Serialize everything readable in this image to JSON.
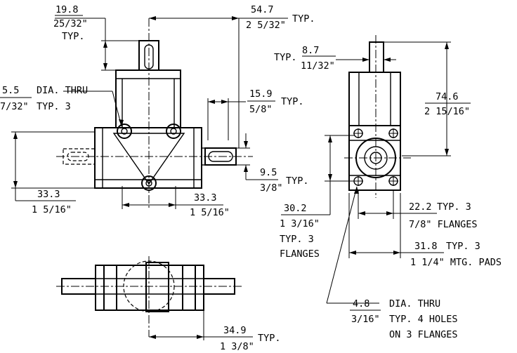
{
  "dimensions": {
    "d_top_shaft_h": {
      "metric": "19.8",
      "inch": "25/32\"",
      "note": "TYP."
    },
    "d_shaft_len": {
      "metric": "54.7",
      "inch": "2 5/32\"",
      "note": "TYP."
    },
    "d_hole_left": {
      "metric": "5.5",
      "inch": "7/32\"",
      "label": "DIA. THRU",
      "note": "TYP. 3"
    },
    "d_shaft_dia_right": {
      "metric": "15.9",
      "inch": "5/8\"",
      "note": "TYP."
    },
    "d_shaft_small": {
      "metric": "9.5",
      "inch": "3/8\"",
      "note": "TYP."
    },
    "d_33_left": {
      "metric": "33.3",
      "inch": "1 5/16\""
    },
    "d_33_right": {
      "metric": "33.3",
      "inch": "1 5/16\""
    },
    "d_side_shaft": {
      "metric": "8.7",
      "inch": "11/32\"",
      "note": "TYP."
    },
    "d_side_height": {
      "metric": "74.6",
      "inch": "2 15/16\""
    },
    "d_30_2": {
      "metric": "30.2",
      "inch": "1 3/16\"",
      "note_line1": "TYP. 3",
      "note_line2": "FLANGES"
    },
    "d_22_2": {
      "metric": "22.2",
      "inch": "7/8\" FLANGES",
      "note": "TYP. 3"
    },
    "d_31_8": {
      "metric": "31.8",
      "inch": "1 1/4\" MTG. PADS",
      "note": "TYP. 3"
    },
    "d_4_8": {
      "metric": "4.8",
      "inch": "3/16\"",
      "line1": "DIA. THRU",
      "line2": "TYP. 4 HOLES",
      "line3": "ON 3 FLANGES"
    },
    "d_34_9": {
      "metric": "34.9",
      "inch": "1 3/8\"",
      "note": "TYP."
    }
  }
}
